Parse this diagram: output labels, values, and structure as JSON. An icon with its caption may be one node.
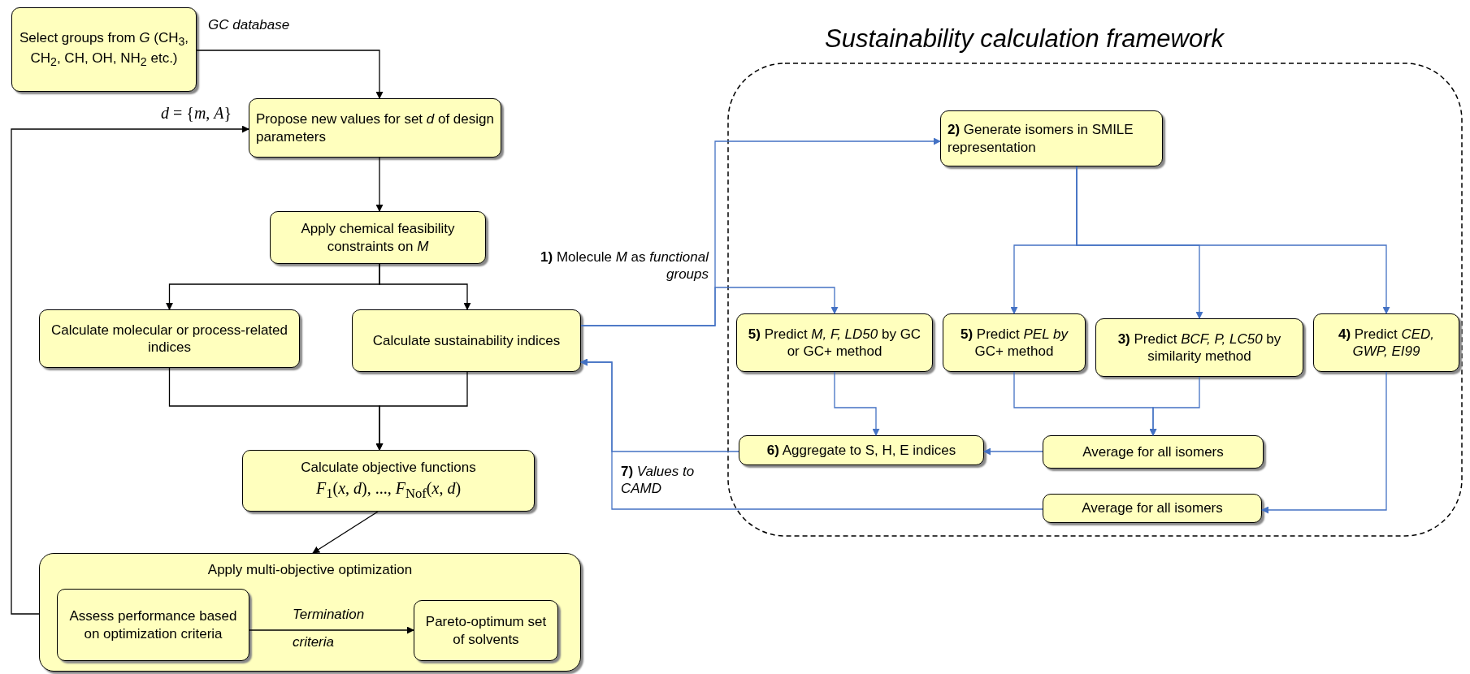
{
  "diagram": {
    "nodes": [
      {
        "text": [
          "Select groups from *G* (CH$_{3}$, CH$_{2}$, CH, OH, NH$_{2}$ etc.)"
        ]
      },
      {
        "text": [
          "Propose new values for set *d* of design parameters"
        ]
      },
      {
        "text": [
          "Apply chemical feasibility constraints on *M*"
        ]
      },
      {
        "text": [
          "Calculate molecular or process-related indices"
        ]
      },
      {
        "text": [
          "Calculate sustainability indices"
        ]
      },
      {
        "text": [
          "Calculate objective functions",
          "*F*$_{1}$(*x*, *d*), ..., *F*$_{Nof}$(*x*, *d*)"
        ]
      },
      {
        "text": [
          "Apply multi-objective optimization"
        ]
      },
      {
        "text": [
          "Assess performance based on optimization criteria"
        ],
        "in": 6
      },
      {
        "text": [
          "Pareto-optimum set of solvents"
        ],
        "in": 6
      },
      {
        "text": [
          "Sustainability calculation framework"
        ]
      },
      {
        "text": [
          "**2)** Generate isomers in SMILE representation"
        ],
        "in": 9
      },
      {
        "text": [
          "**5)** Predict *M, F, LD50* by GC or GC+ method"
        ],
        "in": 9
      },
      {
        "text": [
          "**5)** Predict *PEL by* GC+ method"
        ],
        "in": 9
      },
      {
        "text": [
          "**3)** Predict *BCF, P, LC50* by similarity method"
        ],
        "in": 9
      },
      {
        "text": [
          "**4)** Predict *CED, GWP, EI99*"
        ],
        "in": 9
      },
      {
        "text": [
          "**6)** Aggregate to S, H, E indices"
        ],
        "in": 9
      },
      {
        "text": [
          "Average for all isomers"
        ],
        "in": 9
      },
      {
        "text": [
          "Average for all isomers"
        ],
        "in": 9
      }
    ],
    "edges": [
      {
        "from": 0,
        "to": 1,
        "arrow": "to",
        "color": "#000000",
        "label": "GC database"
      },
      {
        "from": 1,
        "to": 2,
        "arrow": "to",
        "color": "#000000"
      },
      {
        "from": 2,
        "to": 3,
        "arrow": "to",
        "color": "#000000"
      },
      {
        "from": 2,
        "to": 4,
        "arrow": "to",
        "color": "#000000"
      },
      {
        "from": 3,
        "to": 5,
        "arrow": "to",
        "color": "#000000"
      },
      {
        "from": 4,
        "to": 5,
        "arrow": "to",
        "color": "#000000"
      },
      {
        "from": 5,
        "to": 6,
        "arrow": "to",
        "color": "#000000"
      },
      {
        "from": 7,
        "to": 8,
        "arrow": "to",
        "color": "#000000",
        "label": "Termination criteria"
      },
      {
        "from": 6,
        "to": 1,
        "arrow": "to",
        "color": "#000000",
        "label": "*d* = {*m*, *A*}"
      },
      {
        "from": 4,
        "to": 10,
        "arrow": "to",
        "color": "#4472c4"
      },
      {
        "from": 4,
        "to": 11,
        "arrow": "to",
        "color": "#4472c4",
        "label": "**1)** Molecule *M* as *functional groups*"
      },
      {
        "from": 10,
        "to": 12,
        "arrow": "to",
        "color": "#4472c4"
      },
      {
        "from": 10,
        "to": 13,
        "arrow": "to",
        "color": "#4472c4"
      },
      {
        "from": 10,
        "to": 14,
        "arrow": "to",
        "color": "#4472c4"
      },
      {
        "from": 11,
        "to": 15,
        "arrow": "to",
        "color": "#4472c4"
      },
      {
        "from": 12,
        "to": 16,
        "arrow": "to",
        "color": "#4472c4"
      },
      {
        "from": 13,
        "to": 16,
        "arrow": "to",
        "color": "#4472c4"
      },
      {
        "from": 16,
        "to": 15,
        "arrow": "to",
        "color": "#4472c4"
      },
      {
        "from": 14,
        "to": 17,
        "arrow": "to",
        "color": "#4472c4"
      },
      {
        "from": 15,
        "to": 4,
        "arrow": "to",
        "color": "#4472c4"
      },
      {
        "from": 17,
        "to": 4,
        "arrow": "to",
        "color": "#4472c4",
        "label": "**7)** *Values to CAMD*"
      }
    ]
  }
}
